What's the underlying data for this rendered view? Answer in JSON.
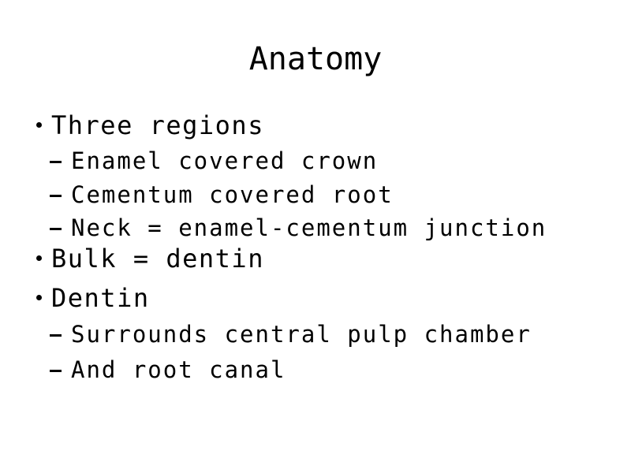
{
  "slide": {
    "title": "Anatomy",
    "bullets": [
      {
        "level": 1,
        "marker": "bullet-dot",
        "text": "Three regions"
      },
      {
        "level": 2,
        "marker": "dash",
        "text": "Enamel covered crown"
      },
      {
        "level": 2,
        "marker": "dash",
        "text": "Cementum covered root"
      },
      {
        "level": 2,
        "marker": "dash",
        "text": "Neck = enamel-cementum junction"
      },
      {
        "level": 1,
        "marker": "bullet-dot",
        "text": "Bulk = dentin"
      },
      {
        "level": 1,
        "marker": "bullet-dot",
        "text": "Dentin"
      },
      {
        "level": 2,
        "marker": "dash",
        "text": "Surrounds central pulp chamber"
      },
      {
        "level": 2,
        "marker": "dash",
        "text": "And root canal"
      }
    ],
    "colors": {
      "background": "#ffffff",
      "text": "#000000"
    }
  }
}
